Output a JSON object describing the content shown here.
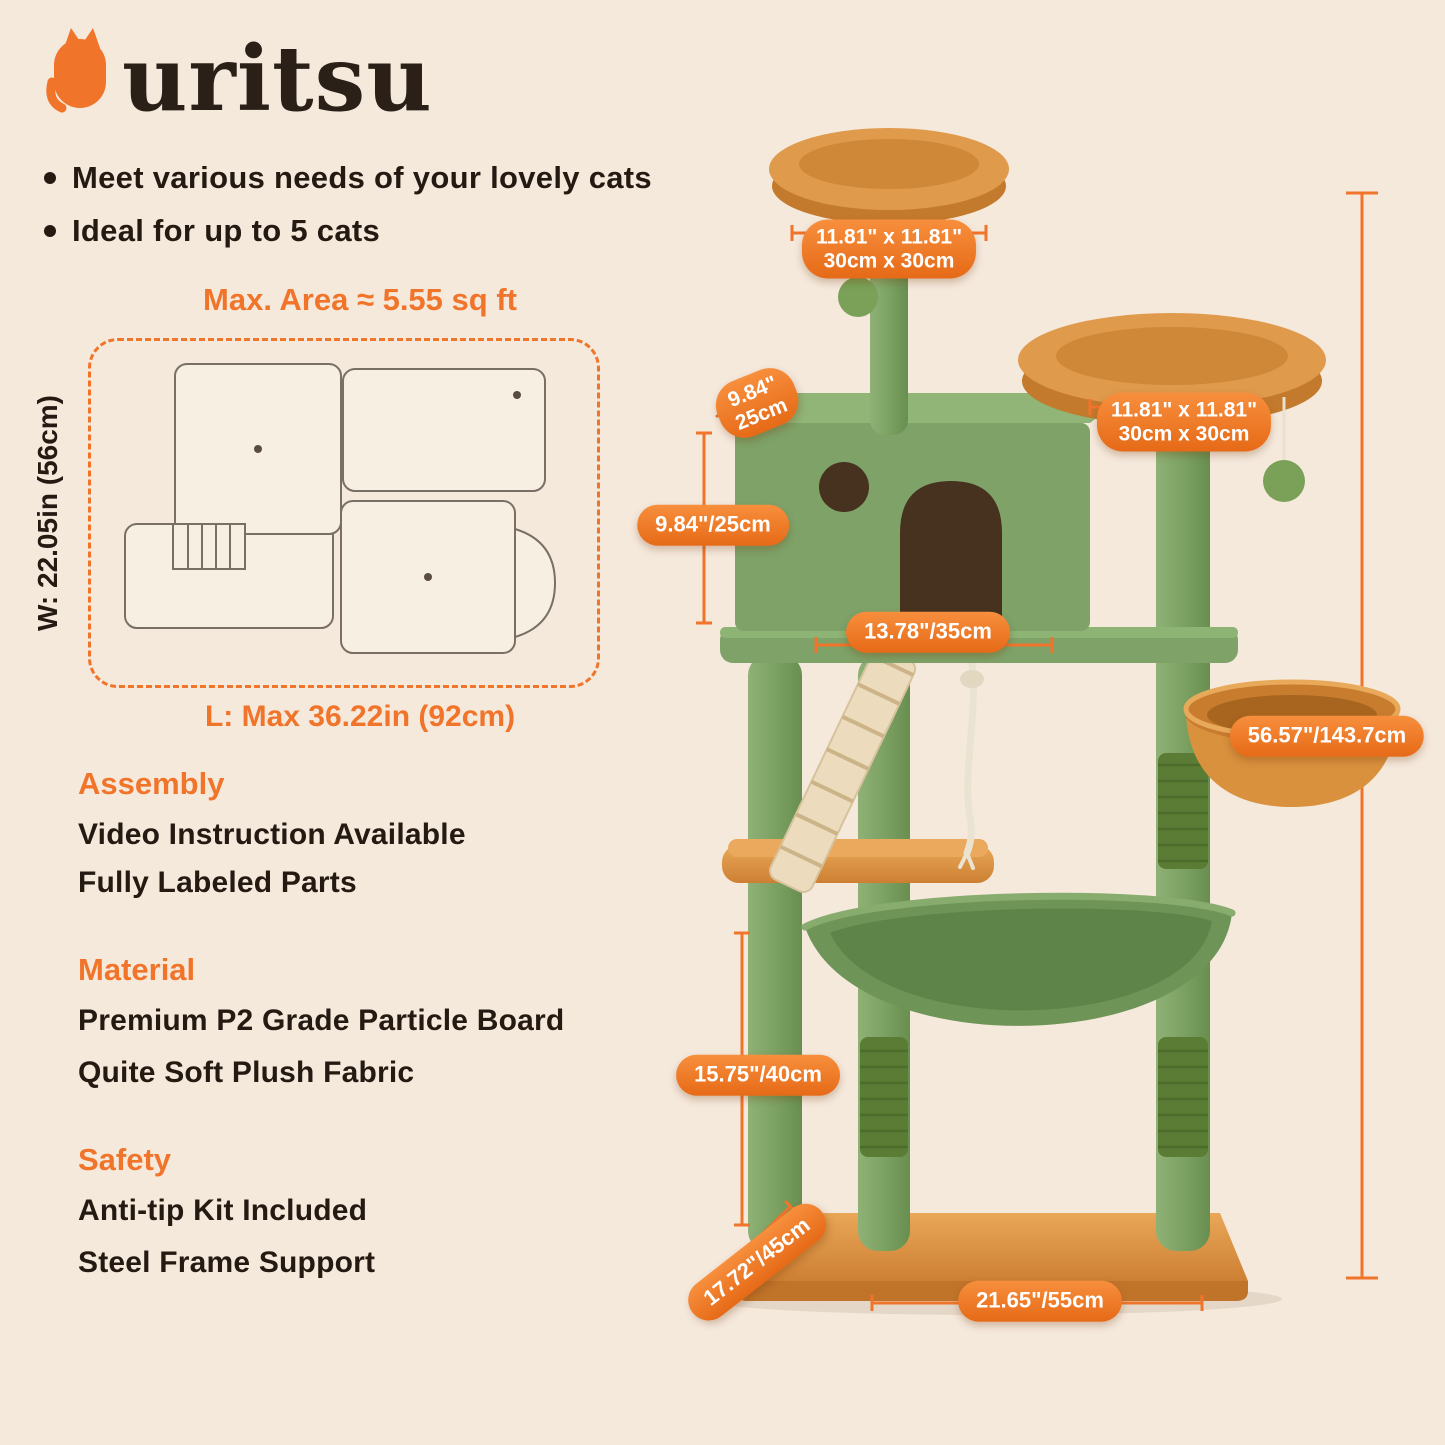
{
  "brand": {
    "name": "ouritsu",
    "text_after_icon": "uritsu",
    "accent_color": "#f1742b"
  },
  "intro": {
    "bullets": [
      "Meet various needs of your lovely cats",
      "Ideal for up to 5 cats"
    ]
  },
  "footprint": {
    "max_area": "Max. Area ≈ 5.55 sq ft",
    "width": "W: 22.05in (56cm)",
    "length": "L: Max 36.22in (92cm)"
  },
  "info_sections": [
    {
      "heading": "Assembly",
      "lines": [
        "Video Instruction Available",
        "Fully Labeled Parts"
      ]
    },
    {
      "heading": "Material",
      "lines": [
        "Premium P2 Grade Particle Board",
        "Quite Soft Plush Fabric"
      ]
    },
    {
      "heading": "Safety",
      "lines": [
        "Anti-tip Kit Included",
        "Steel Frame Support"
      ]
    }
  ],
  "dimensions": {
    "top_perch_line1": "11.81\" x 11.81\"",
    "top_perch_line2": "30cm x 30cm",
    "upper_perch_line1": "11.81\" x 11.81\"",
    "upper_perch_line2": "30cm x 30cm",
    "condo_depth_line1": "9.84\"",
    "condo_depth_line2": "25cm",
    "condo_height": "9.84\"/25cm",
    "platform_width": "13.78\"/35cm",
    "total_height": "56.57\"/143.7cm",
    "lower_post_height": "15.75\"/40cm",
    "base_depth": "17.72\"/45cm",
    "base_width": "21.65\"/55cm"
  },
  "colors": {
    "background": "#f5e9dc",
    "accent": "#f1742b",
    "text_dark": "#241a12",
    "plush_green": "#7ea268",
    "sisal_green": "#5a7c34",
    "plush_orange": "#dd9448",
    "condo_interior": "#46321f"
  }
}
